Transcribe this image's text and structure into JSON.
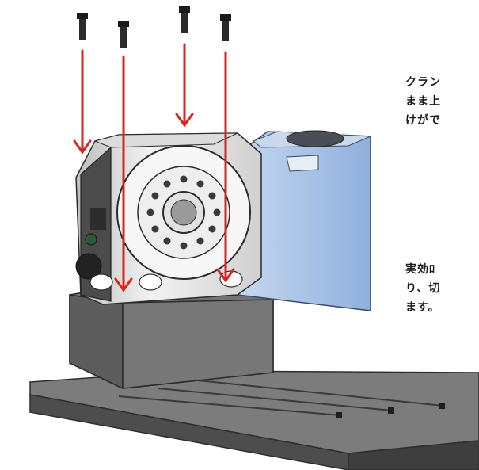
{
  "caption_top": {
    "line1": "クラン",
    "line2": "まま上",
    "line3": "けがで"
  },
  "caption_bottom": {
    "line1": "実効ﾛ",
    "line2": "り、切",
    "line3": "ます。"
  },
  "colors": {
    "arrow": "#d9261c",
    "motor_blue": "#a9c3e6",
    "riser_gray": "#6e6e6e",
    "base_gray": "#5a5a5a",
    "table_white": "#f4f4f4"
  }
}
